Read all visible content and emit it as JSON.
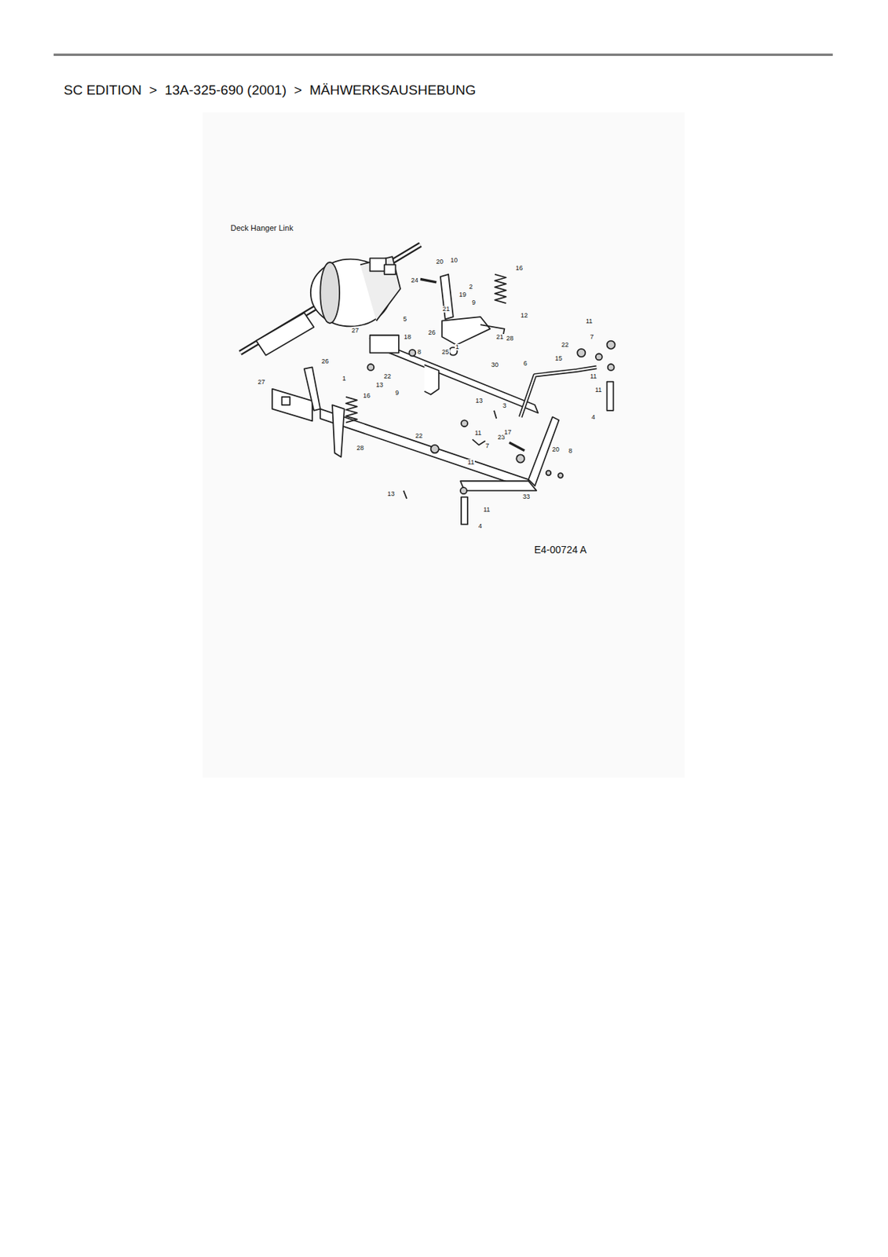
{
  "diagram": {
    "title": "SC EDITION  >  13A-325-690 (2001)  >  MÄHWERKSAUSHEBUNG",
    "labels": [
      "Deck Hanger Link",
      "20",
      "10",
      "16",
      "24",
      "2",
      "19",
      "9",
      "12",
      "21",
      "26",
      "1",
      "25",
      "28",
      "21",
      "27",
      "5",
      "18",
      "8",
      "22",
      "13",
      "9",
      "30",
      "6",
      "11",
      "7",
      "22",
      "15",
      "11",
      "11",
      "4",
      "27",
      "26",
      "1",
      "16",
      "28",
      "13",
      "3",
      "22",
      "11",
      "7",
      "23",
      "17",
      "11",
      "20",
      "8",
      "13",
      "33",
      "11",
      "4",
      "E4-00724 A"
    ]
  }
}
